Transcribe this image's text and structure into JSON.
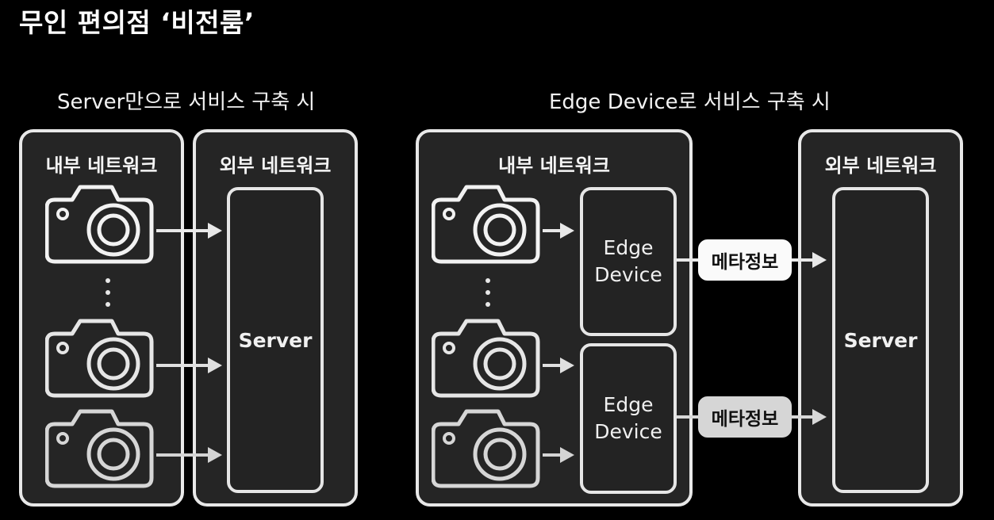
{
  "title": "무인 편의점 ‘비전룸’",
  "left": {
    "subtitle": "Server만으로 서비스 구축 시",
    "internal_label": "내부 네트워크",
    "external_label": "외부 네트워크",
    "server_label": "Server"
  },
  "right": {
    "subtitle": "Edge Device로 서비스 구축 시",
    "internal_label": "내부 네트워크",
    "external_label": "외부 네트워크",
    "edge_top": {
      "line1": "Edge",
      "line2": "Device"
    },
    "edge_bottom": {
      "line1": "Edge",
      "line2": "Device"
    },
    "meta_top": "메타정보",
    "meta_bottom": "메타정보",
    "server_label": "Server"
  },
  "colors": {
    "background": "#000000",
    "panel": "#252525",
    "stroke": "#e8e8e8"
  },
  "icons": [
    "camera-icon",
    "arrow-right-icon",
    "vertical-ellipsis"
  ]
}
